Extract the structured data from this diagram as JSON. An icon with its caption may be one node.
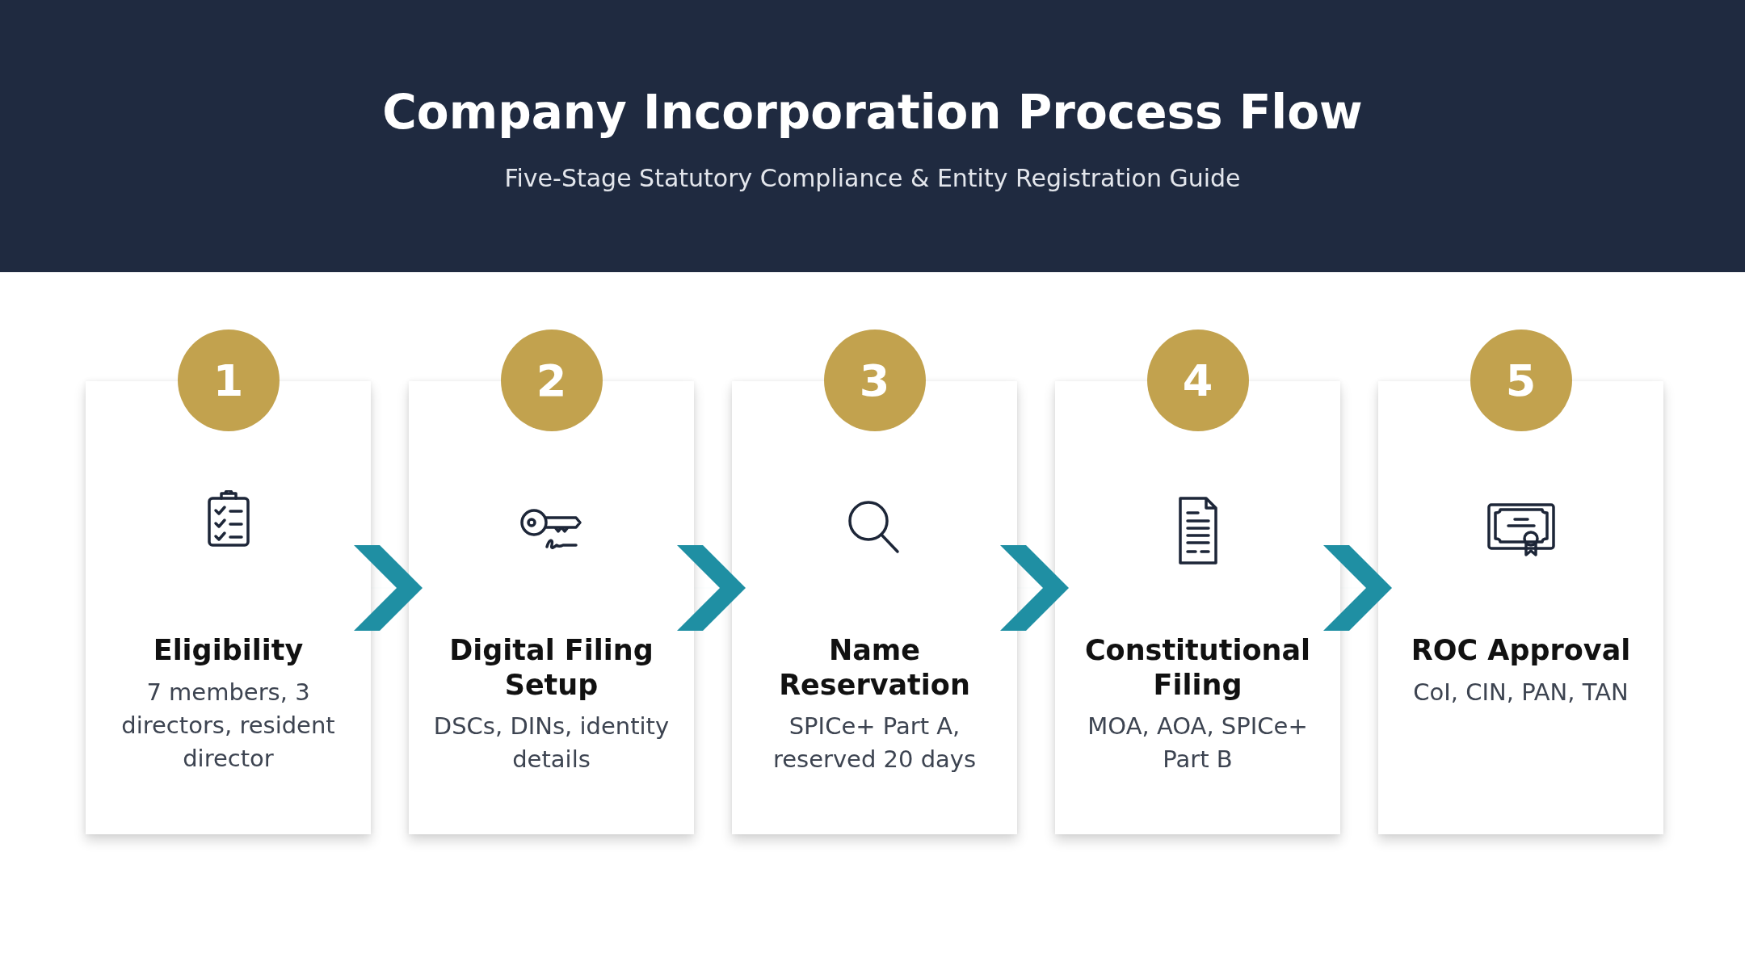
{
  "diagram": {
    "title": "Company Incorporation Process Flow",
    "caption": "Five-Stage Statutory Compliance & Entity Registration Guide",
    "nodes": [
      {
        "text": [
          "1"
        ]
      },
      {
        "text": [
          "Eligibility",
          "7 members, 3 directors, resident director"
        ]
      },
      {
        "text": [
          "2"
        ]
      },
      {
        "text": [
          "Digital Filing Setup",
          "DSCs, DINs, identity details"
        ]
      },
      {
        "text": [
          "3"
        ]
      },
      {
        "text": [
          "Name Reservation",
          "SPICe+ Part A, reserved 20 days"
        ]
      },
      {
        "text": [
          "4"
        ]
      },
      {
        "text": [
          "Constitutional Filing",
          "MOA, AOA, SPICe+ Part B"
        ]
      },
      {
        "text": [
          "5"
        ]
      },
      {
        "text": [
          "ROC Approval",
          "CoI, CIN, PAN, TAN"
        ]
      }
    ],
    "edges": [
      {
        "from": 1,
        "to": 3,
        "arrow": "to"
      },
      {
        "from": 3,
        "to": 5,
        "arrow": "to"
      },
      {
        "from": 5,
        "to": 7,
        "arrow": "to"
      },
      {
        "from": 7,
        "to": 9,
        "arrow": "to"
      }
    ]
  }
}
